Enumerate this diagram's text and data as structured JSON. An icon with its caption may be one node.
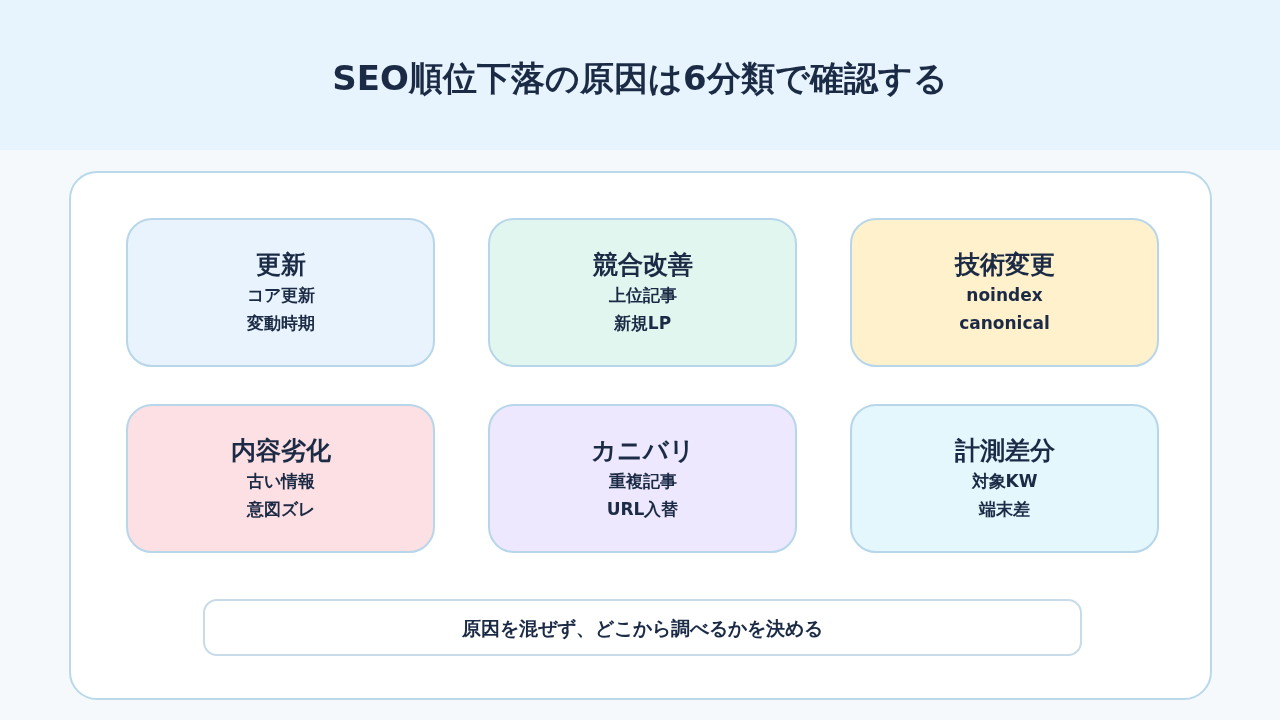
{
  "diagram": {
    "title": "SEO順位下落の原因は6分類で確認する",
    "nodes": [
      {
        "text": [],
        "shape": "box"
      },
      {
        "text": [
          "更新",
          "コア更新",
          "変動時期"
        ],
        "in": 0
      },
      {
        "text": [
          "競合改善",
          "上位記事",
          "新規LP"
        ],
        "in": 0
      },
      {
        "text": [
          "技術変更",
          "noindex",
          "canonical"
        ],
        "in": 0
      },
      {
        "text": [
          "内容劣化",
          "古い情報",
          "意図ズレ"
        ],
        "in": 0
      },
      {
        "text": [
          "カニバリ",
          "重複記事",
          "URL入替"
        ],
        "in": 0
      },
      {
        "text": [
          "計測差分",
          "対象KW",
          "端末差"
        ],
        "in": 0
      },
      {
        "text": [
          "原因を混ぜず、どこから調べるかを決める"
        ],
        "in": 0
      }
    ]
  }
}
